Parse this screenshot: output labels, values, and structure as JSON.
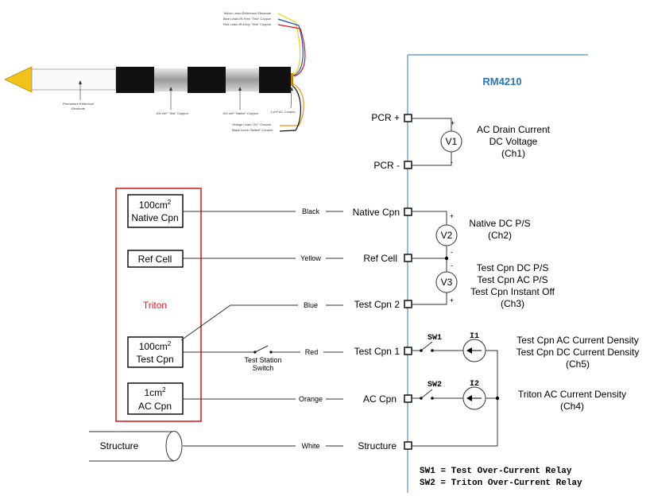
{
  "probe": {
    "top_leads": [
      "Yellow Lead=Reference Electrode",
      "Blue Lead=IR-Free \"Test\" Coupon",
      "Red Lead=IR-Drop \"Test\" Coupon"
    ],
    "bottom_leads": [
      "Orange Lead=\"AC\" Coupon",
      "Black Lead=\"Native\" Coupon"
    ],
    "labels": {
      "reference": [
        "Permanent Reference",
        "Electrode"
      ],
      "test_coupon": "100 cm² \"Test\" Coupon",
      "native_coupon": "100 cm² \"Native\" Coupon",
      "ac_coupon": "1 cm² AC Coupon"
    }
  },
  "instrument": {
    "title": "RM4210",
    "accent": "#2e75b6"
  },
  "terminals": {
    "pcr_plus": "PCR +",
    "pcr_minus": "PCR -",
    "native": "Native Cpn",
    "ref": "Ref Cell",
    "test2": "Test Cpn 2",
    "test1": "Test Cpn 1",
    "ac": "AC Cpn",
    "structure": "Structure"
  },
  "meters": {
    "v1": "V1",
    "v2": "V2",
    "v3": "V3",
    "i1": "I1",
    "i2": "I2"
  },
  "polarity": {
    "plus": "+",
    "minus": "-"
  },
  "switches": {
    "sw1": "SW1",
    "sw2": "SW2"
  },
  "channels": {
    "ch1": [
      "AC Drain Current",
      "DC Voltage",
      "(Ch1)"
    ],
    "ch2": [
      "Native DC P/S",
      "(Ch2)"
    ],
    "ch3": [
      "Test Cpn DC P/S",
      "Test Cpn AC P/S",
      "Test Cpn Instant Off",
      "(Ch3)"
    ],
    "ch5": [
      "Test Cpn AC Current Density",
      "Test Cpn DC Current Density",
      "(Ch5)"
    ],
    "ch4": [
      "Triton AC Current Density",
      "(Ch4)"
    ]
  },
  "wires": {
    "black": "Black",
    "yellow": "Yellow",
    "blue": "Blue",
    "red": "Red",
    "orange": "Orange",
    "white": "White"
  },
  "triton": {
    "label": "Triton",
    "label_color": "#e02020",
    "border_color": "#e02020",
    "native": {
      "line1": "100cm",
      "sup": "2",
      "line2": "Native Cpn"
    },
    "ref": "Ref Cell",
    "test": {
      "line1": "100cm",
      "sup": "2",
      "line2": "Test Cpn"
    },
    "ac": {
      "line1": "1cm",
      "sup": "2",
      "line2": "AC Cpn"
    }
  },
  "test_station_switch": [
    "Test Station",
    "Switch"
  ],
  "structure_label": "Structure",
  "legend": [
    "SW1 = Test Over-Current Relay",
    "SW2 = Triton Over-Current Relay"
  ]
}
